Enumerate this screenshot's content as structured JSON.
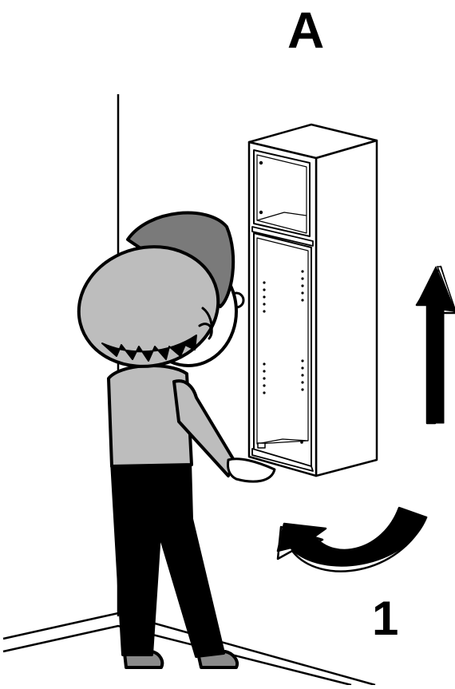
{
  "step": {
    "letter": "A",
    "number": "1"
  },
  "colors": {
    "line": "#000000",
    "figure_fill": "#bdbdbd",
    "cap_fill": "#7a7a7a",
    "pants": "#000000",
    "shoes": "#8a8a8a",
    "cabinet": "#ffffff"
  },
  "icons": [
    "person-figure",
    "tall-cabinet",
    "up-arrow-icon",
    "rotate-arrow-icon",
    "wall-corner"
  ]
}
